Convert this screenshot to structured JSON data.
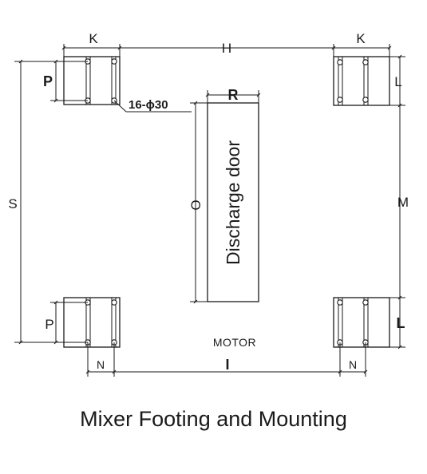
{
  "labels": {
    "k_left": "K",
    "h": "H",
    "k_right": "K",
    "p_top": "P",
    "p_bottom": "P",
    "r": "R",
    "o": "O",
    "s": "S",
    "m": "M",
    "l_top": "L",
    "l_bottom": "L",
    "n_left": "N",
    "n_right": "N",
    "i": "I",
    "bolt_note": "16-ϕ30",
    "door": "Discharge door",
    "motor": "MOTOR"
  },
  "caption": "Mixer Footing and Mounting"
}
